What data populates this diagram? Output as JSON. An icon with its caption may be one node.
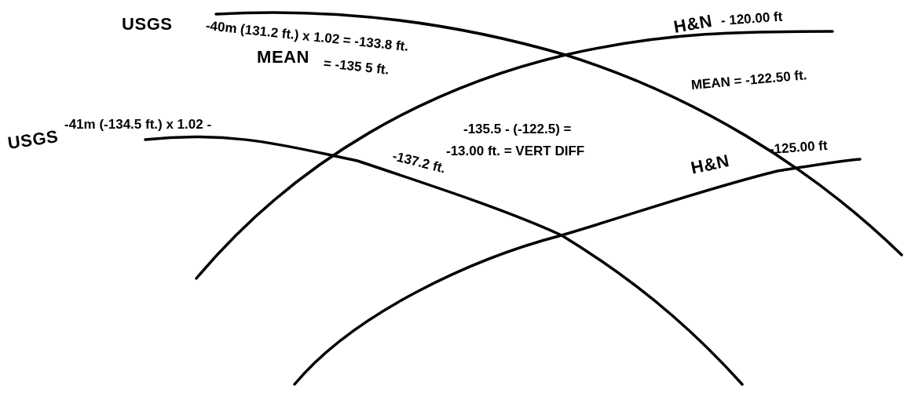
{
  "diagram": {
    "labels": [
      "USGS",
      "-40m (131.2 ft.) x 1.02 = -133.8 ft.",
      "H&N",
      "- 120.00 ft",
      "MEAN",
      "= -135 5 ft.",
      "MEAN = -122.50 ft.",
      "USGS",
      "-41m (-134.5 ft.) x 1.02 -",
      "-135.5 - (-122.5) =",
      "-137.2 ft.",
      "-13.00 ft. = VERT DIFF",
      "H&N",
      "-125.00 ft"
    ]
  }
}
